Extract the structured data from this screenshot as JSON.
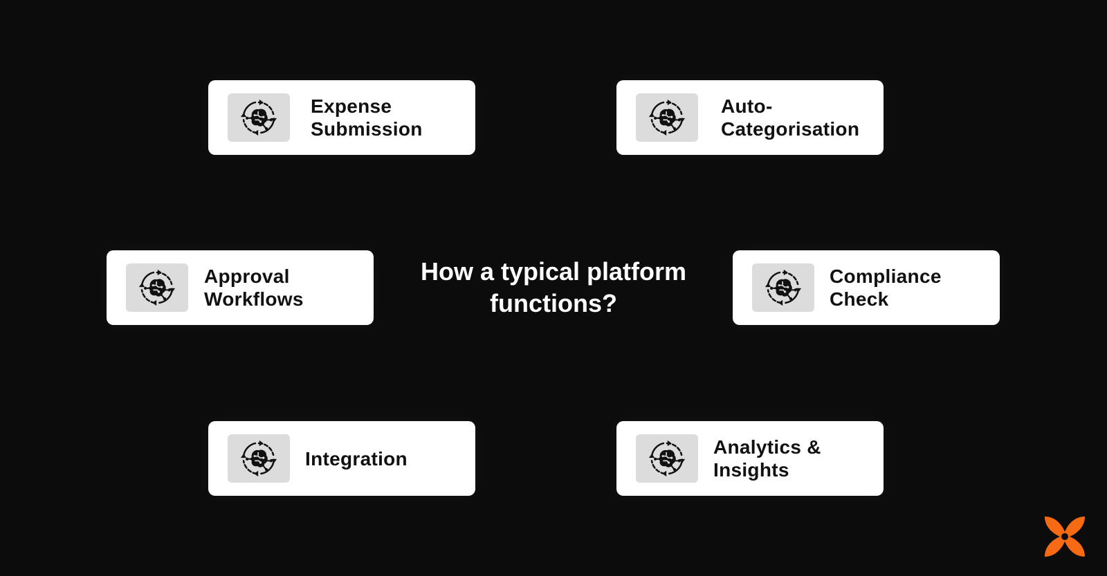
{
  "title": "How a typical platform functions?",
  "brand": {
    "accent": "#f56a12",
    "background": "#0c0c0c",
    "card": "#ffffff",
    "icon_tile": "#dcdcdc"
  },
  "cards": [
    {
      "label": "Expense Submission",
      "icon": "circuit-cycle-icon"
    },
    {
      "label": "Auto-Categorisation",
      "icon": "circuit-cycle-icon"
    },
    {
      "label": "Approval Workflows",
      "icon": "circuit-cycle-icon"
    },
    {
      "label": "Compliance Check",
      "icon": "circuit-cycle-icon"
    },
    {
      "label": "Integration",
      "icon": "circuit-cycle-icon"
    },
    {
      "label": "Analytics & Insights",
      "icon": "circuit-cycle-icon"
    }
  ],
  "logo": {
    "icon": "brand-logo-icon"
  }
}
